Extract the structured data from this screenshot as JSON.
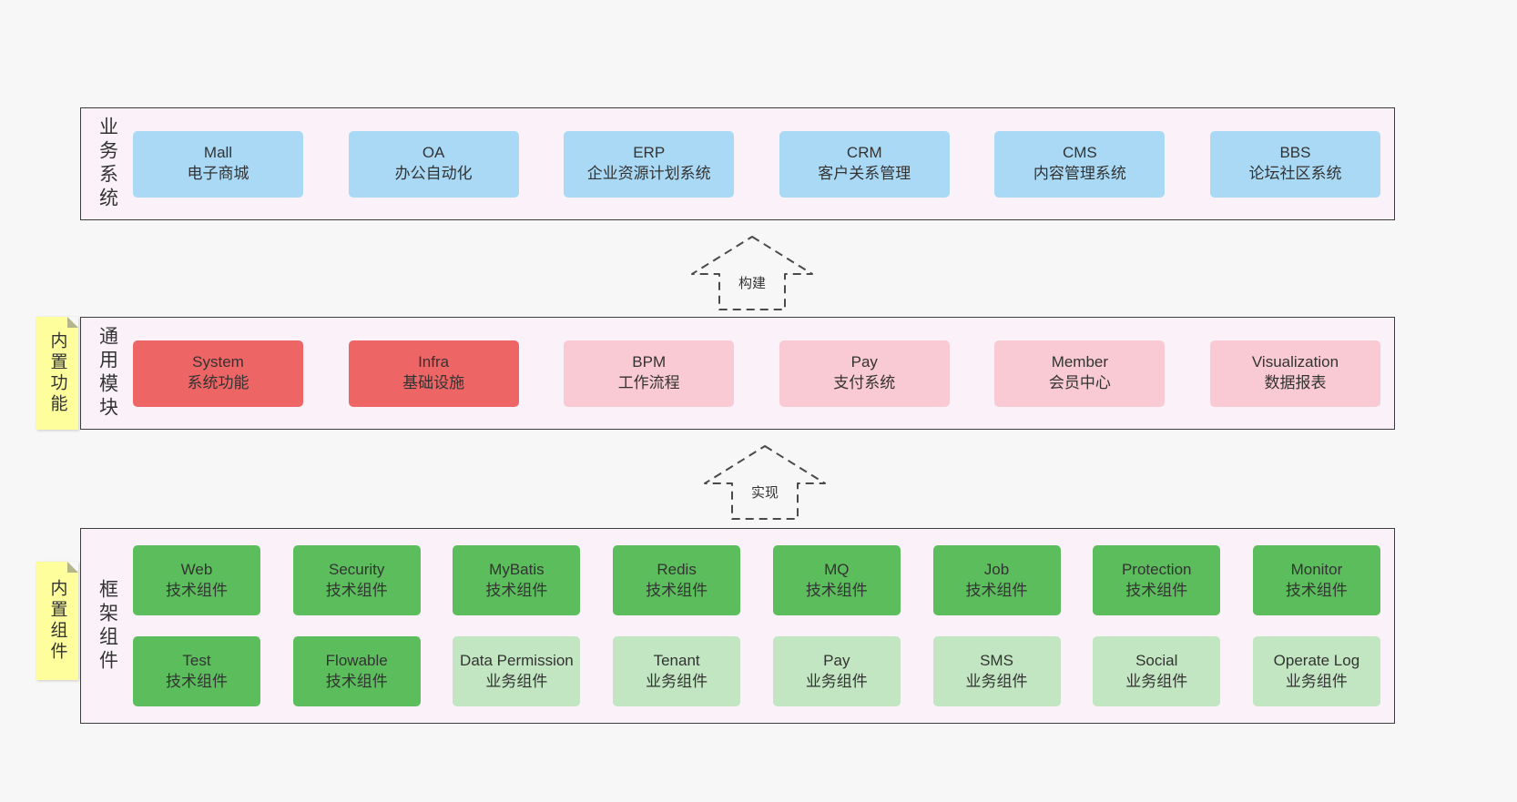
{
  "colors": {
    "background": "#f7f7f7",
    "layer_bg": "#faf1f9",
    "blue": "#a9d9f5",
    "red": "#ee6565",
    "pink": "#f9cad3",
    "green": "#5cbd5c",
    "light_green": "#c2e6c2",
    "sticky_yellow": "#feff9c"
  },
  "arrows": [
    {
      "label": "构建"
    },
    {
      "label": "实现"
    }
  ],
  "sections": {
    "business": {
      "side_label": "业务系统",
      "boxes": [
        {
          "title": "Mall",
          "subtitle": "电子商城"
        },
        {
          "title": "OA",
          "subtitle": "办公自动化"
        },
        {
          "title": "ERP",
          "subtitle": "企业资源计划系统"
        },
        {
          "title": "CRM",
          "subtitle": "客户关系管理"
        },
        {
          "title": "CMS",
          "subtitle": "内容管理系统"
        },
        {
          "title": "BBS",
          "subtitle": "论坛社区系统"
        }
      ]
    },
    "modules": {
      "side_label": "通用模块",
      "sticky_label": "内置功能",
      "boxes": [
        {
          "title": "System",
          "subtitle": "系统功能"
        },
        {
          "title": "Infra",
          "subtitle": "基础设施"
        },
        {
          "title": "BPM",
          "subtitle": "工作流程"
        },
        {
          "title": "Pay",
          "subtitle": "支付系统"
        },
        {
          "title": "Member",
          "subtitle": "会员中心"
        },
        {
          "title": "Visualization",
          "subtitle": "数据报表"
        }
      ]
    },
    "framework": {
      "side_label": "框架组件",
      "sticky_label": "内置组件",
      "rows": [
        [
          {
            "title": "Web",
            "subtitle": "技术组件"
          },
          {
            "title": "Security",
            "subtitle": "技术组件"
          },
          {
            "title": "MyBatis",
            "subtitle": "技术组件"
          },
          {
            "title": "Redis",
            "subtitle": "技术组件"
          },
          {
            "title": "MQ",
            "subtitle": "技术组件"
          },
          {
            "title": "Job",
            "subtitle": "技术组件"
          },
          {
            "title": "Protection",
            "subtitle": "技术组件"
          },
          {
            "title": "Monitor",
            "subtitle": "技术组件"
          }
        ],
        [
          {
            "title": "Test",
            "subtitle": "技术组件"
          },
          {
            "title": "Flowable",
            "subtitle": "技术组件"
          },
          {
            "title": "Data Permission",
            "subtitle": "业务组件"
          },
          {
            "title": "Tenant",
            "subtitle": "业务组件"
          },
          {
            "title": "Pay",
            "subtitle": "业务组件"
          },
          {
            "title": "SMS",
            "subtitle": "业务组件"
          },
          {
            "title": "Social",
            "subtitle": "业务组件"
          },
          {
            "title": "Operate Log",
            "subtitle": "业务组件"
          }
        ]
      ]
    }
  }
}
